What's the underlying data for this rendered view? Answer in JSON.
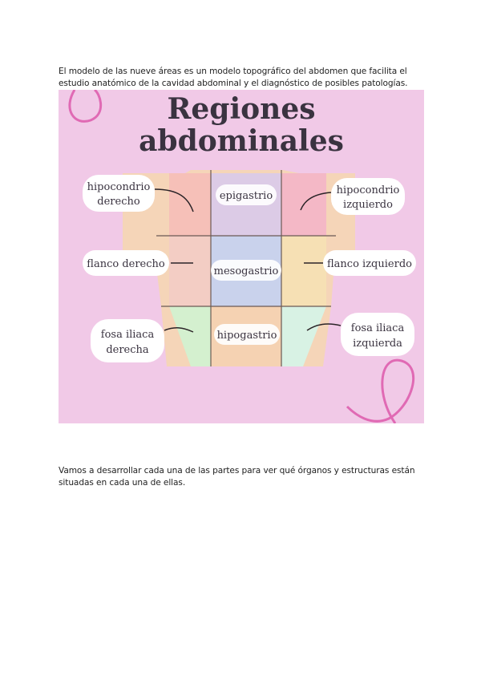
{
  "intro_text": "El modelo de las nueve áreas es un modelo topográfico del abdomen que facilita el estudio anatómico de la cavidad abdominal y el diagnóstico de posibles patologías.",
  "figure": {
    "title_line1": "Regiones",
    "title_line2": "abdominales",
    "regions": {
      "epigastrio": "epigastrio",
      "mesogastrio": "mesogastrio",
      "hipogastrio": "hipogastrio"
    },
    "callouts": {
      "hipocondrio_derecho": [
        "hipocondrio",
        "derecho"
      ],
      "hipocondrio_izquierdo": [
        "hipocondrio",
        "izquierdo"
      ],
      "flanco_derecho": "flanco derecho",
      "flanco_izquierdo": "flanco izquierdo",
      "fosa_iliaca_derecha": [
        "fosa iliaca",
        "derecha"
      ],
      "fosa_iliaca_izquierda": [
        "fosa iliaca",
        "izquierda"
      ]
    },
    "colors": {
      "background": "#f1c9e7",
      "skin": "#f5d5b8",
      "hipocondrio_der": "#f6c0b8",
      "epigastrio": "#dccbe6",
      "hipocondrio_izq": "#f4b8c6",
      "flanco_der": "#f3cdc4",
      "mesogastrio": "#c9d2ec",
      "flanco_izq": "#f6e0b4",
      "fosa_der": "#d4f0cf",
      "hipogastrio": "#f5d2b2",
      "fosa_izq": "#d8f2e4",
      "accent_swirl": "#e06ab4"
    }
  },
  "outro_text": "Vamos a desarrollar cada una de las partes para ver qué órganos y estructuras están situadas en cada una de ellas."
}
